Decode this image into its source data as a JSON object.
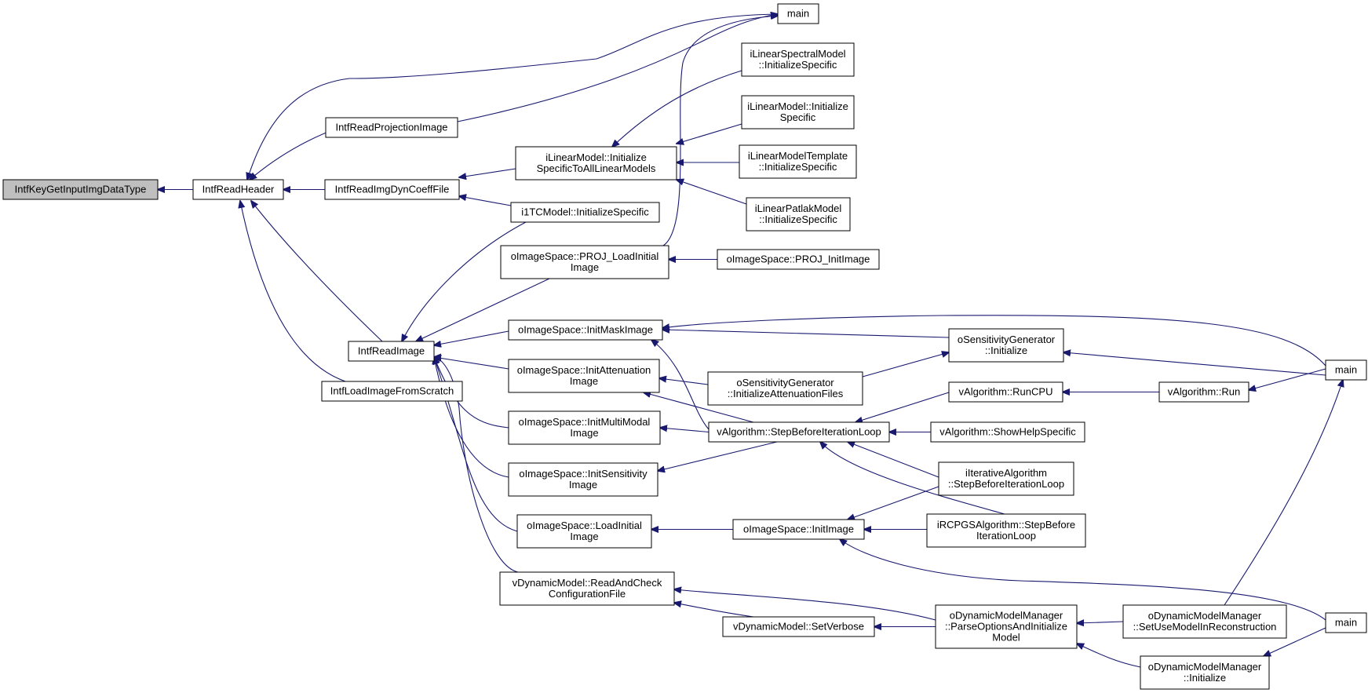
{
  "graph": {
    "nodes": [
      {
        "id": "root",
        "lines": [
          "IntfKeyGetInputImgDataType"
        ],
        "root": true
      },
      {
        "id": "readHeader",
        "lines": [
          "IntfReadHeader"
        ]
      },
      {
        "id": "main1",
        "lines": [
          "main"
        ]
      },
      {
        "id": "readProj",
        "lines": [
          "IntfReadProjectionImage"
        ]
      },
      {
        "id": "readDyn",
        "lines": [
          "IntfReadImgDynCoeffFile"
        ]
      },
      {
        "id": "readImage",
        "lines": [
          "IntfReadImage"
        ]
      },
      {
        "id": "loadScratch",
        "lines": [
          "IntfLoadImageFromScratch"
        ]
      },
      {
        "id": "linSpectral",
        "lines": [
          "iLinearSpectralModel",
          "::InitializeSpecific"
        ]
      },
      {
        "id": "linModelInit",
        "lines": [
          "iLinearModel::Initialize",
          "Specific"
        ]
      },
      {
        "id": "linAll",
        "lines": [
          "iLinearModel::Initialize",
          "SpecificToAllLinearModels"
        ]
      },
      {
        "id": "linTemplate",
        "lines": [
          "iLinearModelTemplate",
          "::InitializeSpecific"
        ]
      },
      {
        "id": "linPatlak",
        "lines": [
          "iLinearPatlakModel",
          "::InitializeSpecific"
        ]
      },
      {
        "id": "i1tc",
        "lines": [
          "i1TCModel::InitializeSpecific"
        ]
      },
      {
        "id": "projLoad",
        "lines": [
          "oImageSpace::PROJ_LoadInitial",
          "Image"
        ]
      },
      {
        "id": "projInit",
        "lines": [
          "oImageSpace::PROJ_InitImage"
        ]
      },
      {
        "id": "initMask",
        "lines": [
          "oImageSpace::InitMaskImage"
        ]
      },
      {
        "id": "initAtten",
        "lines": [
          "oImageSpace::InitAttenuation",
          "Image"
        ]
      },
      {
        "id": "initMulti",
        "lines": [
          "oImageSpace::InitMultiModal",
          "Image"
        ]
      },
      {
        "id": "initSens",
        "lines": [
          "oImageSpace::InitSensitivity",
          "Image"
        ]
      },
      {
        "id": "loadInitial",
        "lines": [
          "oImageSpace::LoadInitial",
          "Image"
        ]
      },
      {
        "id": "readCheck",
        "lines": [
          "vDynamicModel::ReadAndCheck",
          "ConfigurationFile"
        ]
      },
      {
        "id": "sensInit",
        "lines": [
          "oSensitivityGenerator",
          "::Initialize"
        ]
      },
      {
        "id": "sensAtten",
        "lines": [
          "oSensitivityGenerator",
          "::InitializeAttenuationFiles"
        ]
      },
      {
        "id": "stepBefore",
        "lines": [
          "vAlgorithm::StepBeforeIterationLoop"
        ]
      },
      {
        "id": "runCPU",
        "lines": [
          "vAlgorithm::RunCPU"
        ]
      },
      {
        "id": "run",
        "lines": [
          "vAlgorithm::Run"
        ]
      },
      {
        "id": "showHelp",
        "lines": [
          "vAlgorithm::ShowHelpSpecific"
        ]
      },
      {
        "id": "iterStep",
        "lines": [
          "iIterativeAlgorithm",
          "::StepBeforeIterationLoop"
        ]
      },
      {
        "id": "rcpgs",
        "lines": [
          "iRCPGSAlgorithm::StepBefore",
          "IterationLoop"
        ]
      },
      {
        "id": "initImage",
        "lines": [
          "oImageSpace::InitImage"
        ]
      },
      {
        "id": "setVerbose",
        "lines": [
          "vDynamicModel::SetVerbose"
        ]
      },
      {
        "id": "parseOpts",
        "lines": [
          "oDynamicModelManager",
          "::ParseOptionsAndInitialize",
          "Model"
        ]
      },
      {
        "id": "setUse",
        "lines": [
          "oDynamicModelManager",
          "::SetUseModelInReconstruction"
        ]
      },
      {
        "id": "dmmInit",
        "lines": [
          "oDynamicModelManager",
          "::Initialize"
        ]
      },
      {
        "id": "main2",
        "lines": [
          "main"
        ]
      },
      {
        "id": "main3",
        "lines": [
          "main"
        ]
      }
    ]
  }
}
